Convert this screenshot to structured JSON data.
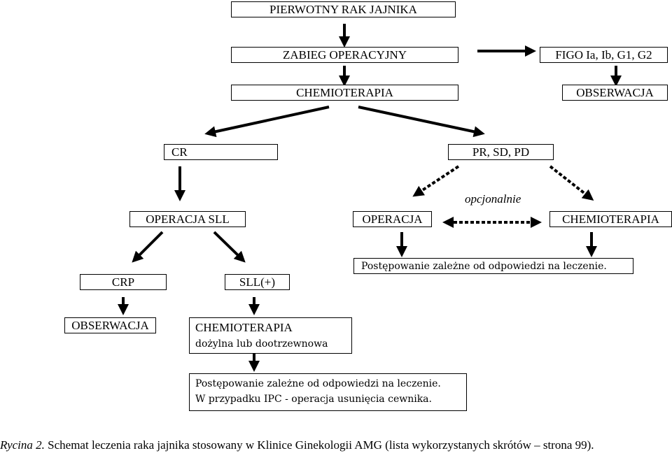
{
  "nodes": {
    "primary": "PIERWOTNY RAK JAJNIKA",
    "surgery": "ZABIEG OPERACYJNY",
    "figo": "FIGO Ia, Ib, G1, G2",
    "chemo_first": "CHEMIOTERAPIA",
    "observation_figo": "OBSERWACJA",
    "cr": "CR",
    "pr_sd_pd": "PR, SD, PD",
    "operacja_sll": "OPERACJA SLL",
    "operacja": "OPERACJA",
    "chemo_right": "CHEMIOTERAPIA",
    "optional": "opcjonalnie",
    "response_right": "Postępowanie zależne od odpowiedzi na leczenie.",
    "crp": "CRP",
    "sll_plus": "SLL(+)",
    "observation_crp": "OBSERWACJA",
    "chemo_sll_line1": "CHEMIOTERAPIA",
    "chemo_sll_line2": "dożylna lub dootrzewnowa",
    "response_bottom_line1": "Postępowanie zależne od odpowiedzi na leczenie.",
    "response_bottom_line2": "W przypadku IPC - operacja usunięcia cewnika."
  },
  "caption": {
    "label": "Rycina 2.",
    "text": " Schemat leczenia raka jajnika stosowany w Klinice Ginekologii AMG (lista wykorzystanych skrótów – strona 99)."
  }
}
